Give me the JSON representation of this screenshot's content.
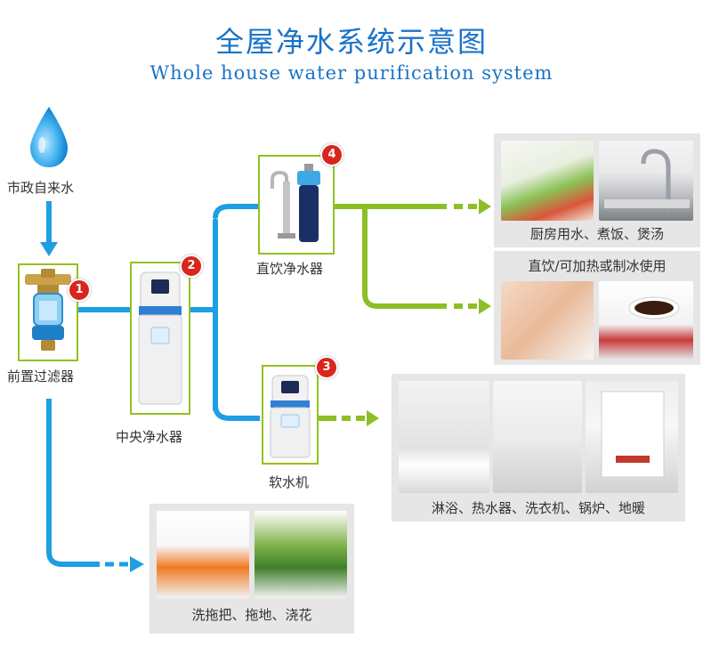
{
  "title": {
    "cn": "全屋净水系统示意图",
    "en": "Whole house water purification system"
  },
  "nodes": {
    "source": "市政自来水",
    "prefilter": {
      "label": "前置过滤器",
      "num": "1"
    },
    "central": {
      "label": "中央净水器",
      "num": "2"
    },
    "softener": {
      "label": "软水机",
      "num": "3"
    },
    "direct": {
      "label": "直饮净水器",
      "num": "4"
    }
  },
  "uses": {
    "kitchen": "厨房用水、煮饭、煲汤",
    "drink_title": "直饮/可加热或制冰使用",
    "bath": "淋浴、热水器、洗衣机、锅炉、地暖",
    "clean": "洗拖把、拖地、浇花"
  },
  "colors": {
    "blue_pipe": "#1e9ee3",
    "green_pipe": "#8cbf26",
    "title": "#1a73c7",
    "badge": "#d9251c"
  }
}
